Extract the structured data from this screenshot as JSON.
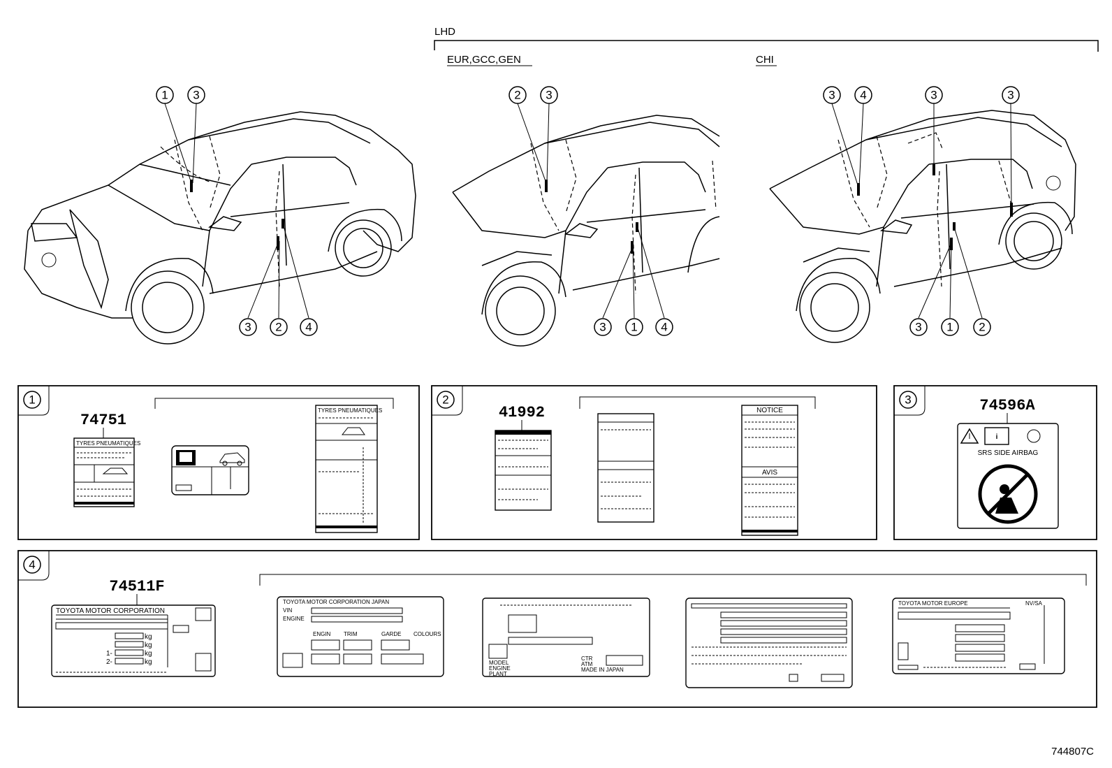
{
  "regions": {
    "lhd": "LHD",
    "eur": "EUR,GCC,GEN",
    "chi": "CHI"
  },
  "callouts": {
    "view1": [
      "1",
      "3",
      "3",
      "2",
      "4"
    ],
    "view2": [
      "2",
      "3",
      "3",
      "1",
      "4"
    ],
    "view3": [
      "3",
      "4",
      "3",
      "3",
      "3",
      "1",
      "2"
    ]
  },
  "panels": {
    "p1": {
      "number": "1",
      "part": "74751"
    },
    "p2": {
      "number": "2",
      "part": "41992"
    },
    "p3": {
      "number": "3",
      "part": "74596A",
      "srs_text": "SRS   SIDE   AIRBAG"
    },
    "p4": {
      "number": "4",
      "part": "74511F"
    }
  },
  "labels": {
    "tyre1": "TYRES    PNEUMATIQUES",
    "tyre2": "TYRES  PNEUMATIQUES",
    "notice": "NOTICE",
    "avis": "AVIS",
    "tmc1": "TOYOTA  MOTOR  CORPORATION",
    "tmc_jp": "TOYOTA  MOTOR  CORPORATION  JAPAN",
    "model": "MODEL",
    "engine": "ENGINE",
    "plant": "PLANT",
    "ctr": "CTR",
    "atm": "ATM",
    "made": "MADE  IN  JAPAN",
    "tme": "TOYOTA  MOTOR  EUROPE",
    "nvsa": "NV/SA",
    "kg": "kg",
    "axle1": "1-",
    "axle2": "2-",
    "vin_lbl": "VIN",
    "engine_lbl": "ENGINE",
    "cols": [
      "ENGIN",
      "TRIM",
      "GARDE",
      "COLOURS"
    ]
  },
  "figure_code": "744807C"
}
